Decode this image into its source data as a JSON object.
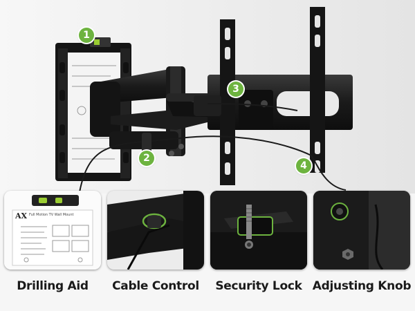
{
  "hero": {
    "callouts": [
      {
        "number": "1"
      },
      {
        "number": "2"
      },
      {
        "number": "3"
      },
      {
        "number": "4"
      }
    ]
  },
  "features": [
    {
      "label": "Drilling Aid"
    },
    {
      "label": "Cable Control"
    },
    {
      "label": "Security Lock"
    },
    {
      "label": "Adjusting Knob"
    }
  ],
  "template_sheet": {
    "logo": "AX",
    "title": "Full Motion TV Wall Mount"
  },
  "colors": {
    "accent": "#6db33f",
    "metal": "#1b1b1b",
    "background": "#f6f6f6"
  }
}
